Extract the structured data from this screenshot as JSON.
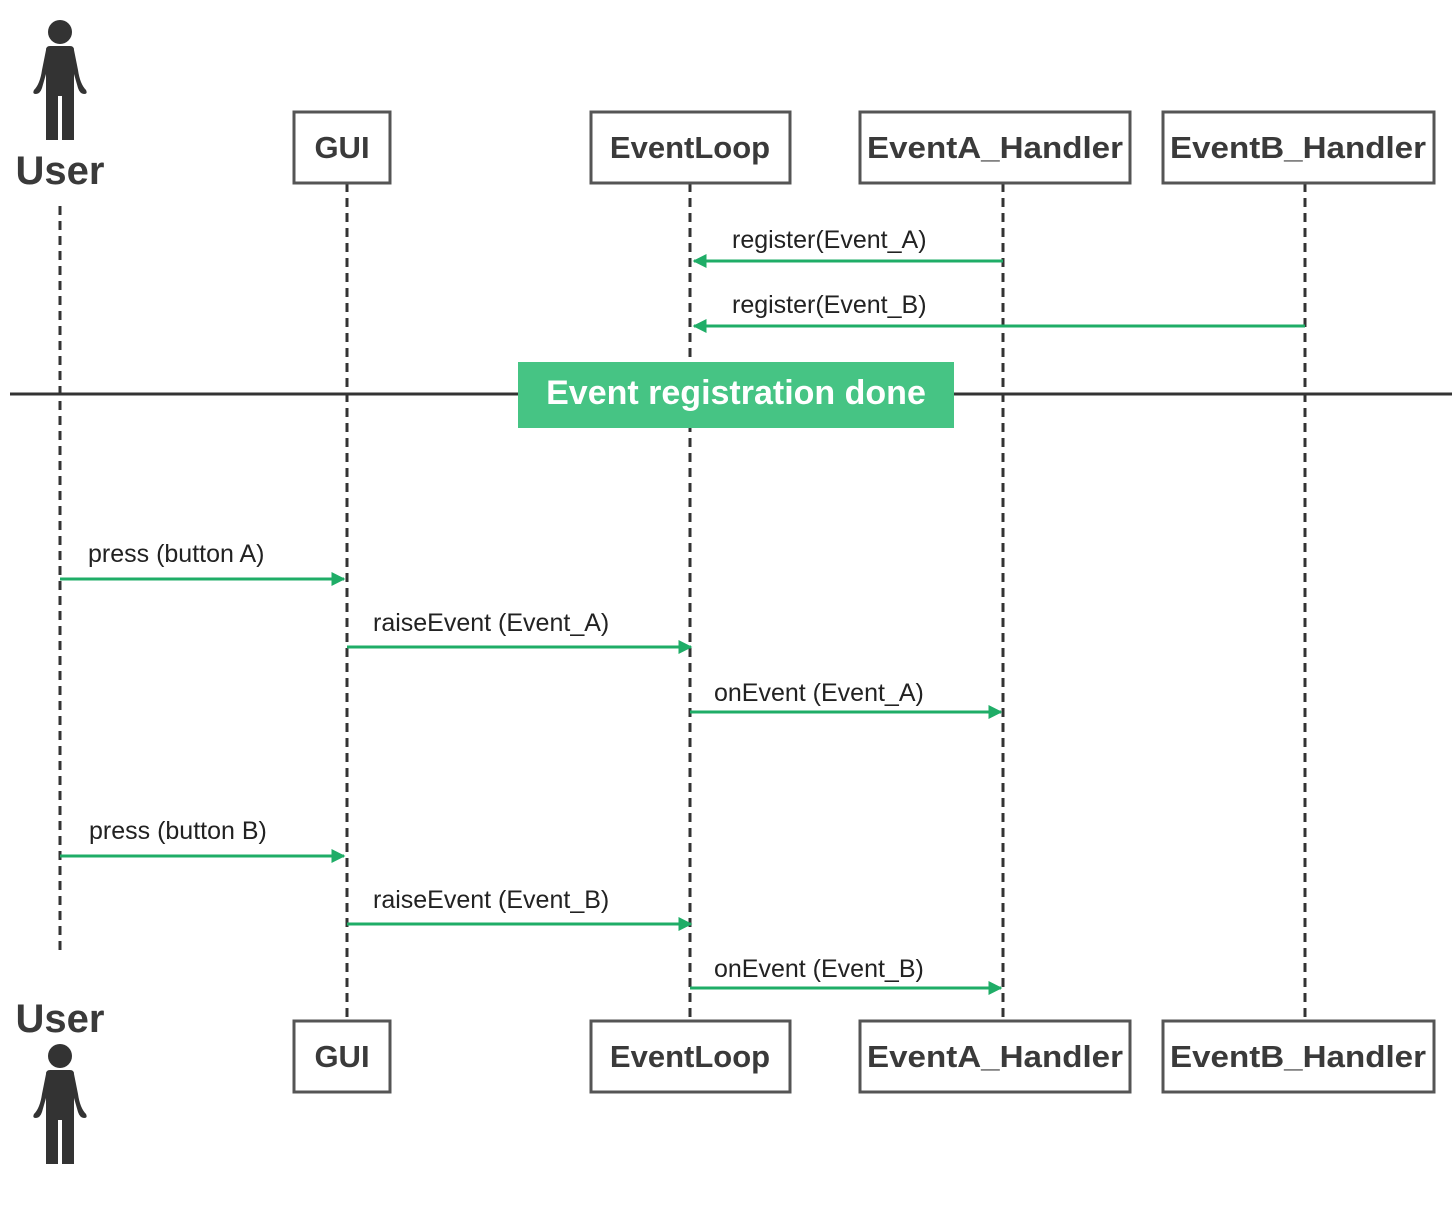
{
  "actor": {
    "label": "User"
  },
  "participants": [
    {
      "label": "GUI"
    },
    {
      "label": "EventLoop"
    },
    {
      "label": "EventA_Handler"
    },
    {
      "label": "EventB_Handler"
    }
  ],
  "separator": {
    "label": "Event registration done"
  },
  "messages": [
    {
      "from": "EventA_Handler",
      "to": "EventLoop",
      "label": "register(Event_A)"
    },
    {
      "from": "EventB_Handler",
      "to": "EventLoop",
      "label": "register(Event_B)"
    },
    {
      "from": "User",
      "to": "GUI",
      "label": "press (button A)"
    },
    {
      "from": "GUI",
      "to": "EventLoop",
      "label": "raiseEvent (Event_A)"
    },
    {
      "from": "EventLoop",
      "to": "EventA_Handler",
      "label": "onEvent (Event_A)"
    },
    {
      "from": "User",
      "to": "GUI",
      "label": "press (button B)"
    },
    {
      "from": "GUI",
      "to": "EventLoop",
      "label": "raiseEvent (Event_B)"
    },
    {
      "from": "EventLoop",
      "to": "EventA_Handler",
      "label": "onEvent (Event_B)"
    }
  ],
  "colors": {
    "arrow": "#1fad67",
    "separator_fill": "#46c484",
    "separator_text": "#ffffff",
    "box_stroke": "#555555",
    "text": "#3a3a3a",
    "lifeline": "#333333",
    "actor": "#333333"
  }
}
